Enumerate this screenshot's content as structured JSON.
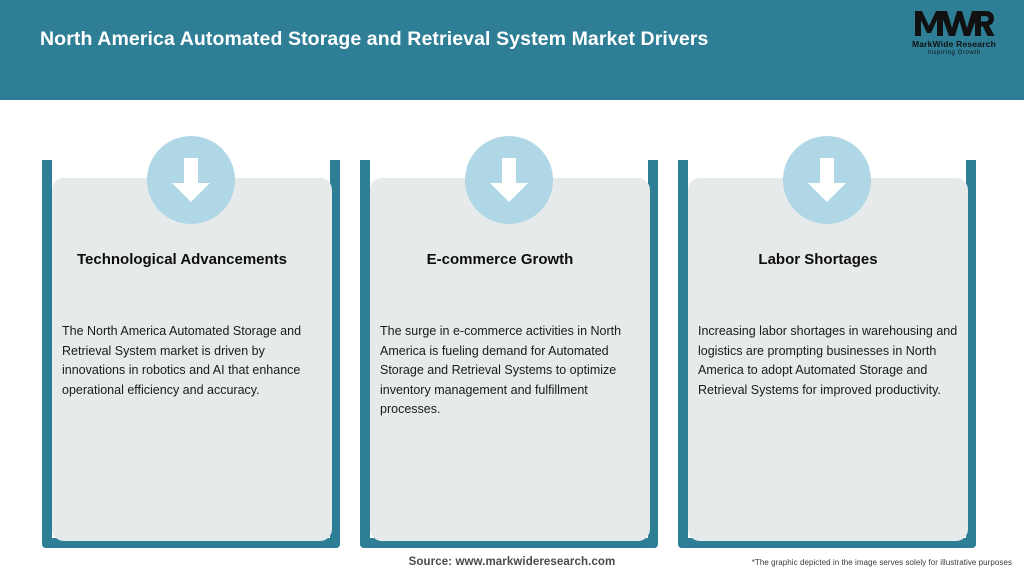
{
  "header": {
    "title": "North America Automated Storage and Retrieval System Market Drivers",
    "background_color": "#2E7E96",
    "title_color": "#FFFFFF"
  },
  "logo": {
    "mark": "MWR",
    "name": "MarkWide Research",
    "tagline": "Inspiring Growth"
  },
  "theme": {
    "accent_teal": "#2E7E96",
    "panel_grey": "#E6EAEB",
    "badge_blue": "#AFD7E6",
    "arrow_white": "#FFFFFF"
  },
  "cards": [
    {
      "icon": "down-arrow-icon",
      "title": "Technological Advancements",
      "body": "The North America Automated Storage and Retrieval System market is driven by innovations in robotics and AI that enhance operational efficiency and accuracy."
    },
    {
      "icon": "down-arrow-icon",
      "title": "E-commerce Growth",
      "body": "The surge in e-commerce activities in North America is fueling demand for Automated Storage and Retrieval Systems to optimize inventory management and fulfillment processes."
    },
    {
      "icon": "down-arrow-icon",
      "title": "Labor Shortages",
      "body": "Increasing labor shortages in warehousing and logistics are prompting businesses in North America to adopt Automated Storage and Retrieval Systems for improved productivity."
    }
  ],
  "footer": {
    "source": "Source: www.markwideresearch.com",
    "disclaimer": "*The graphic depicted in the image serves solely for illustrative purposes"
  }
}
